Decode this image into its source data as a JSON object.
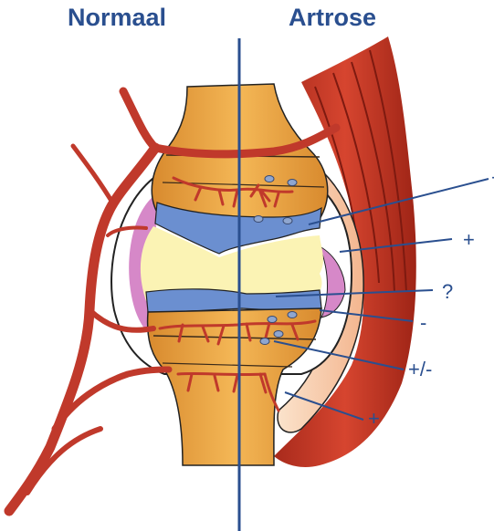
{
  "headers": {
    "left": "Normaal",
    "right": "Artrose"
  },
  "callouts": [
    {
      "text": "+",
      "target": "top-right-structure"
    },
    {
      "text": "+",
      "target": "synovium"
    },
    {
      "text": "?",
      "target": "cartilage"
    },
    {
      "text": "-",
      "target": "subchondral-layer"
    },
    {
      "text": "+/-",
      "target": "bone-marrow-spots"
    },
    {
      "text": "+",
      "target": "lower-capsule"
    }
  ],
  "colors": {
    "title": "#2a4f8f",
    "bone": "#e9a446",
    "vessel": "#c0392b",
    "cartilage": "#6b8fd0",
    "joint_space": "#fbf3b4",
    "synovium": "#d688c8",
    "muscle": "#c0392b"
  }
}
